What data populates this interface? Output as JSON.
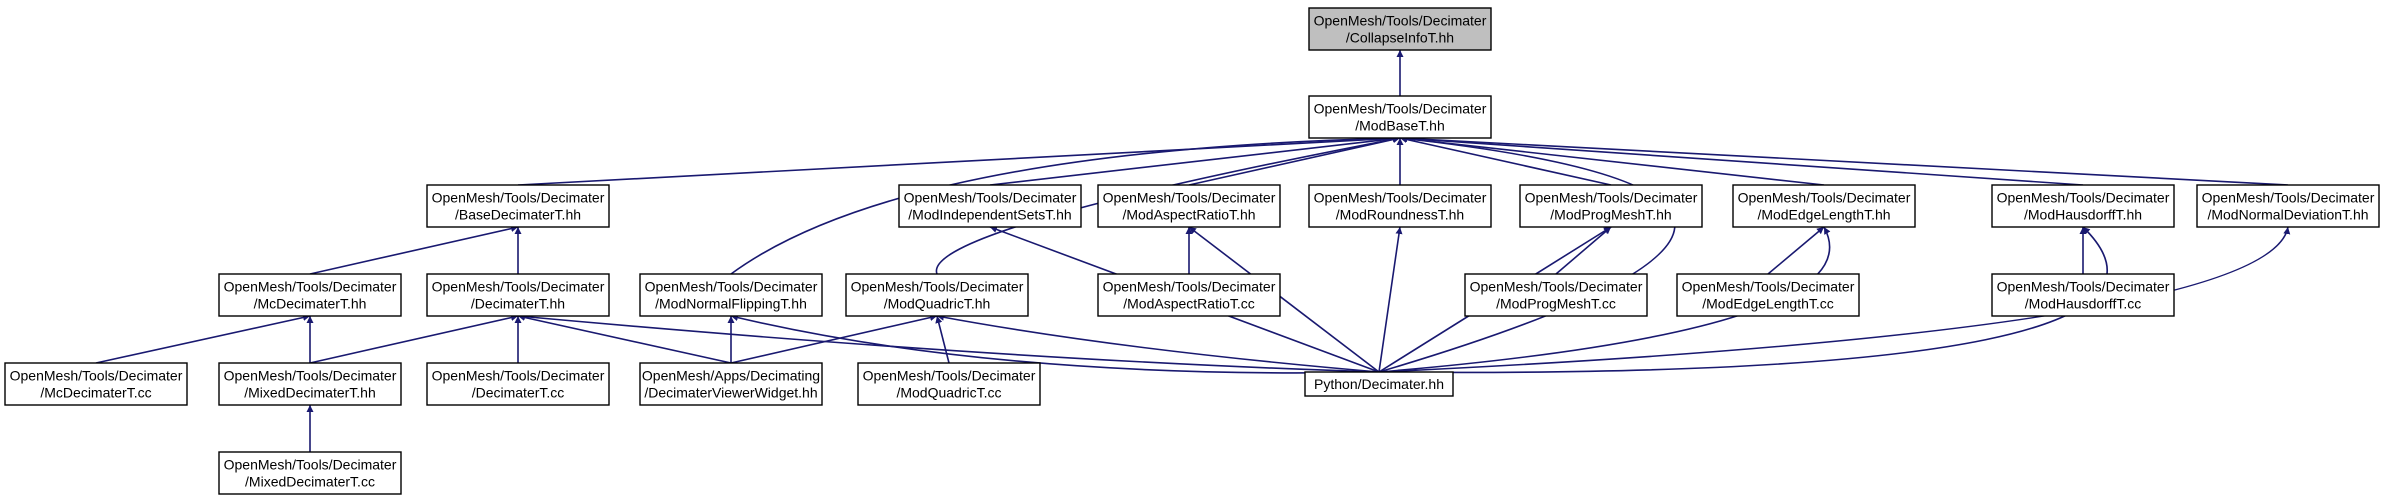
{
  "colors": {
    "edge": "#191970",
    "node_fill": "#ffffff",
    "highlight_fill": "#bfbfbf",
    "border": "#000000"
  },
  "nodes": [
    {
      "id": "collapseinfo",
      "lines": [
        "OpenMesh/Tools/Decimater",
        "/CollapseInfoT.hh"
      ],
      "highlight": true
    },
    {
      "id": "modbase",
      "lines": [
        "OpenMesh/Tools/Decimater",
        "/ModBaseT.hh"
      ]
    },
    {
      "id": "basedecimater",
      "lines": [
        "OpenMesh/Tools/Decimater",
        "/BaseDecimaterT.hh"
      ]
    },
    {
      "id": "modindependentsets",
      "lines": [
        "OpenMesh/Tools/Decimater",
        "/ModIndependentSetsT.hh"
      ]
    },
    {
      "id": "modaspectratio",
      "lines": [
        "OpenMesh/Tools/Decimater",
        "/ModAspectRatioT.hh"
      ]
    },
    {
      "id": "modroundness",
      "lines": [
        "OpenMesh/Tools/Decimater",
        "/ModRoundnessT.hh"
      ]
    },
    {
      "id": "modprogmesh",
      "lines": [
        "OpenMesh/Tools/Decimater",
        "/ModProgMeshT.hh"
      ]
    },
    {
      "id": "modedgelength",
      "lines": [
        "OpenMesh/Tools/Decimater",
        "/ModEdgeLengthT.hh"
      ]
    },
    {
      "id": "modhausdorff",
      "lines": [
        "OpenMesh/Tools/Decimater",
        "/ModHausdorffT.hh"
      ]
    },
    {
      "id": "modnormaldeviation",
      "lines": [
        "OpenMesh/Tools/Decimater",
        "/ModNormalDeviationT.hh"
      ]
    },
    {
      "id": "mcdecimater",
      "lines": [
        "OpenMesh/Tools/Decimater",
        "/McDecimaterT.hh"
      ]
    },
    {
      "id": "decimater",
      "lines": [
        "OpenMesh/Tools/Decimater",
        "/DecimaterT.hh"
      ]
    },
    {
      "id": "modnormalflipping",
      "lines": [
        "OpenMesh/Tools/Decimater",
        "/ModNormalFlippingT.hh"
      ]
    },
    {
      "id": "modquadric",
      "lines": [
        "OpenMesh/Tools/Decimater",
        "/ModQuadricT.hh"
      ]
    },
    {
      "id": "modaspectratio_cc",
      "lines": [
        "OpenMesh/Tools/Decimater",
        "/ModAspectRatioT.cc"
      ]
    },
    {
      "id": "modprogmesh_cc",
      "lines": [
        "OpenMesh/Tools/Decimater",
        "/ModProgMeshT.cc"
      ]
    },
    {
      "id": "modedgelength_cc",
      "lines": [
        "OpenMesh/Tools/Decimater",
        "/ModEdgeLengthT.cc"
      ]
    },
    {
      "id": "modhausdorff_cc",
      "lines": [
        "OpenMesh/Tools/Decimater",
        "/ModHausdorffT.cc"
      ]
    },
    {
      "id": "mcdecimater_cc",
      "lines": [
        "OpenMesh/Tools/Decimater",
        "/McDecimaterT.cc"
      ]
    },
    {
      "id": "mixeddecimater",
      "lines": [
        "OpenMesh/Tools/Decimater",
        "/MixedDecimaterT.hh"
      ]
    },
    {
      "id": "decimater_cc",
      "lines": [
        "OpenMesh/Tools/Decimater",
        "/DecimaterT.cc"
      ]
    },
    {
      "id": "decimaterviewerwidget",
      "lines": [
        "OpenMesh/Apps/Decimating",
        "/DecimaterViewerWidget.hh"
      ]
    },
    {
      "id": "modquadric_cc",
      "lines": [
        "OpenMesh/Tools/Decimater",
        "/ModQuadricT.cc"
      ]
    },
    {
      "id": "python_decimater",
      "lines": [
        "Python/Decimater.hh"
      ]
    },
    {
      "id": "mixeddecimater_cc",
      "lines": [
        "OpenMesh/Tools/Decimater",
        "/MixedDecimaterT.cc"
      ]
    }
  ],
  "edges": [
    {
      "from": "modbase",
      "to": "collapseinfo"
    },
    {
      "from": "basedecimater",
      "to": "modbase"
    },
    {
      "from": "modindependentsets",
      "to": "modbase"
    },
    {
      "from": "modaspectratio",
      "to": "modbase"
    },
    {
      "from": "modroundness",
      "to": "modbase"
    },
    {
      "from": "modprogmesh",
      "to": "modbase"
    },
    {
      "from": "modedgelength",
      "to": "modbase"
    },
    {
      "from": "modhausdorff",
      "to": "modbase"
    },
    {
      "from": "modnormaldeviation",
      "to": "modbase"
    },
    {
      "from": "modnormalflipping",
      "to": "modbase"
    },
    {
      "from": "modquadric",
      "to": "modbase"
    },
    {
      "from": "python_decimater",
      "to": "modbase"
    },
    {
      "from": "mcdecimater",
      "to": "basedecimater"
    },
    {
      "from": "decimater",
      "to": "basedecimater"
    },
    {
      "from": "mcdecimater_cc",
      "to": "mcdecimater"
    },
    {
      "from": "mixeddecimater",
      "to": "mcdecimater"
    },
    {
      "from": "mixeddecimater",
      "to": "decimater"
    },
    {
      "from": "decimater_cc",
      "to": "decimater"
    },
    {
      "from": "decimaterviewerwidget",
      "to": "decimater"
    },
    {
      "from": "python_decimater",
      "to": "decimater"
    },
    {
      "from": "decimaterviewerwidget",
      "to": "modnormalflipping"
    },
    {
      "from": "python_decimater",
      "to": "modnormalflipping"
    },
    {
      "from": "decimaterviewerwidget",
      "to": "modquadric"
    },
    {
      "from": "modquadric_cc",
      "to": "modquadric"
    },
    {
      "from": "python_decimater",
      "to": "modquadric"
    },
    {
      "from": "python_decimater",
      "to": "modindependentsets"
    },
    {
      "from": "modaspectratio_cc",
      "to": "modaspectratio"
    },
    {
      "from": "python_decimater",
      "to": "modaspectratio"
    },
    {
      "from": "python_decimater",
      "to": "modroundness"
    },
    {
      "from": "modprogmesh_cc",
      "to": "modprogmesh"
    },
    {
      "from": "python_decimater",
      "to": "modprogmesh"
    },
    {
      "from": "modedgelength_cc",
      "to": "modedgelength"
    },
    {
      "from": "python_decimater",
      "to": "modedgelength"
    },
    {
      "from": "modhausdorff_cc",
      "to": "modhausdorff"
    },
    {
      "from": "python_decimater",
      "to": "modhausdorff"
    },
    {
      "from": "python_decimater",
      "to": "modnormaldeviation"
    },
    {
      "from": "mixeddecimater_cc",
      "to": "mixeddecimater"
    }
  ]
}
